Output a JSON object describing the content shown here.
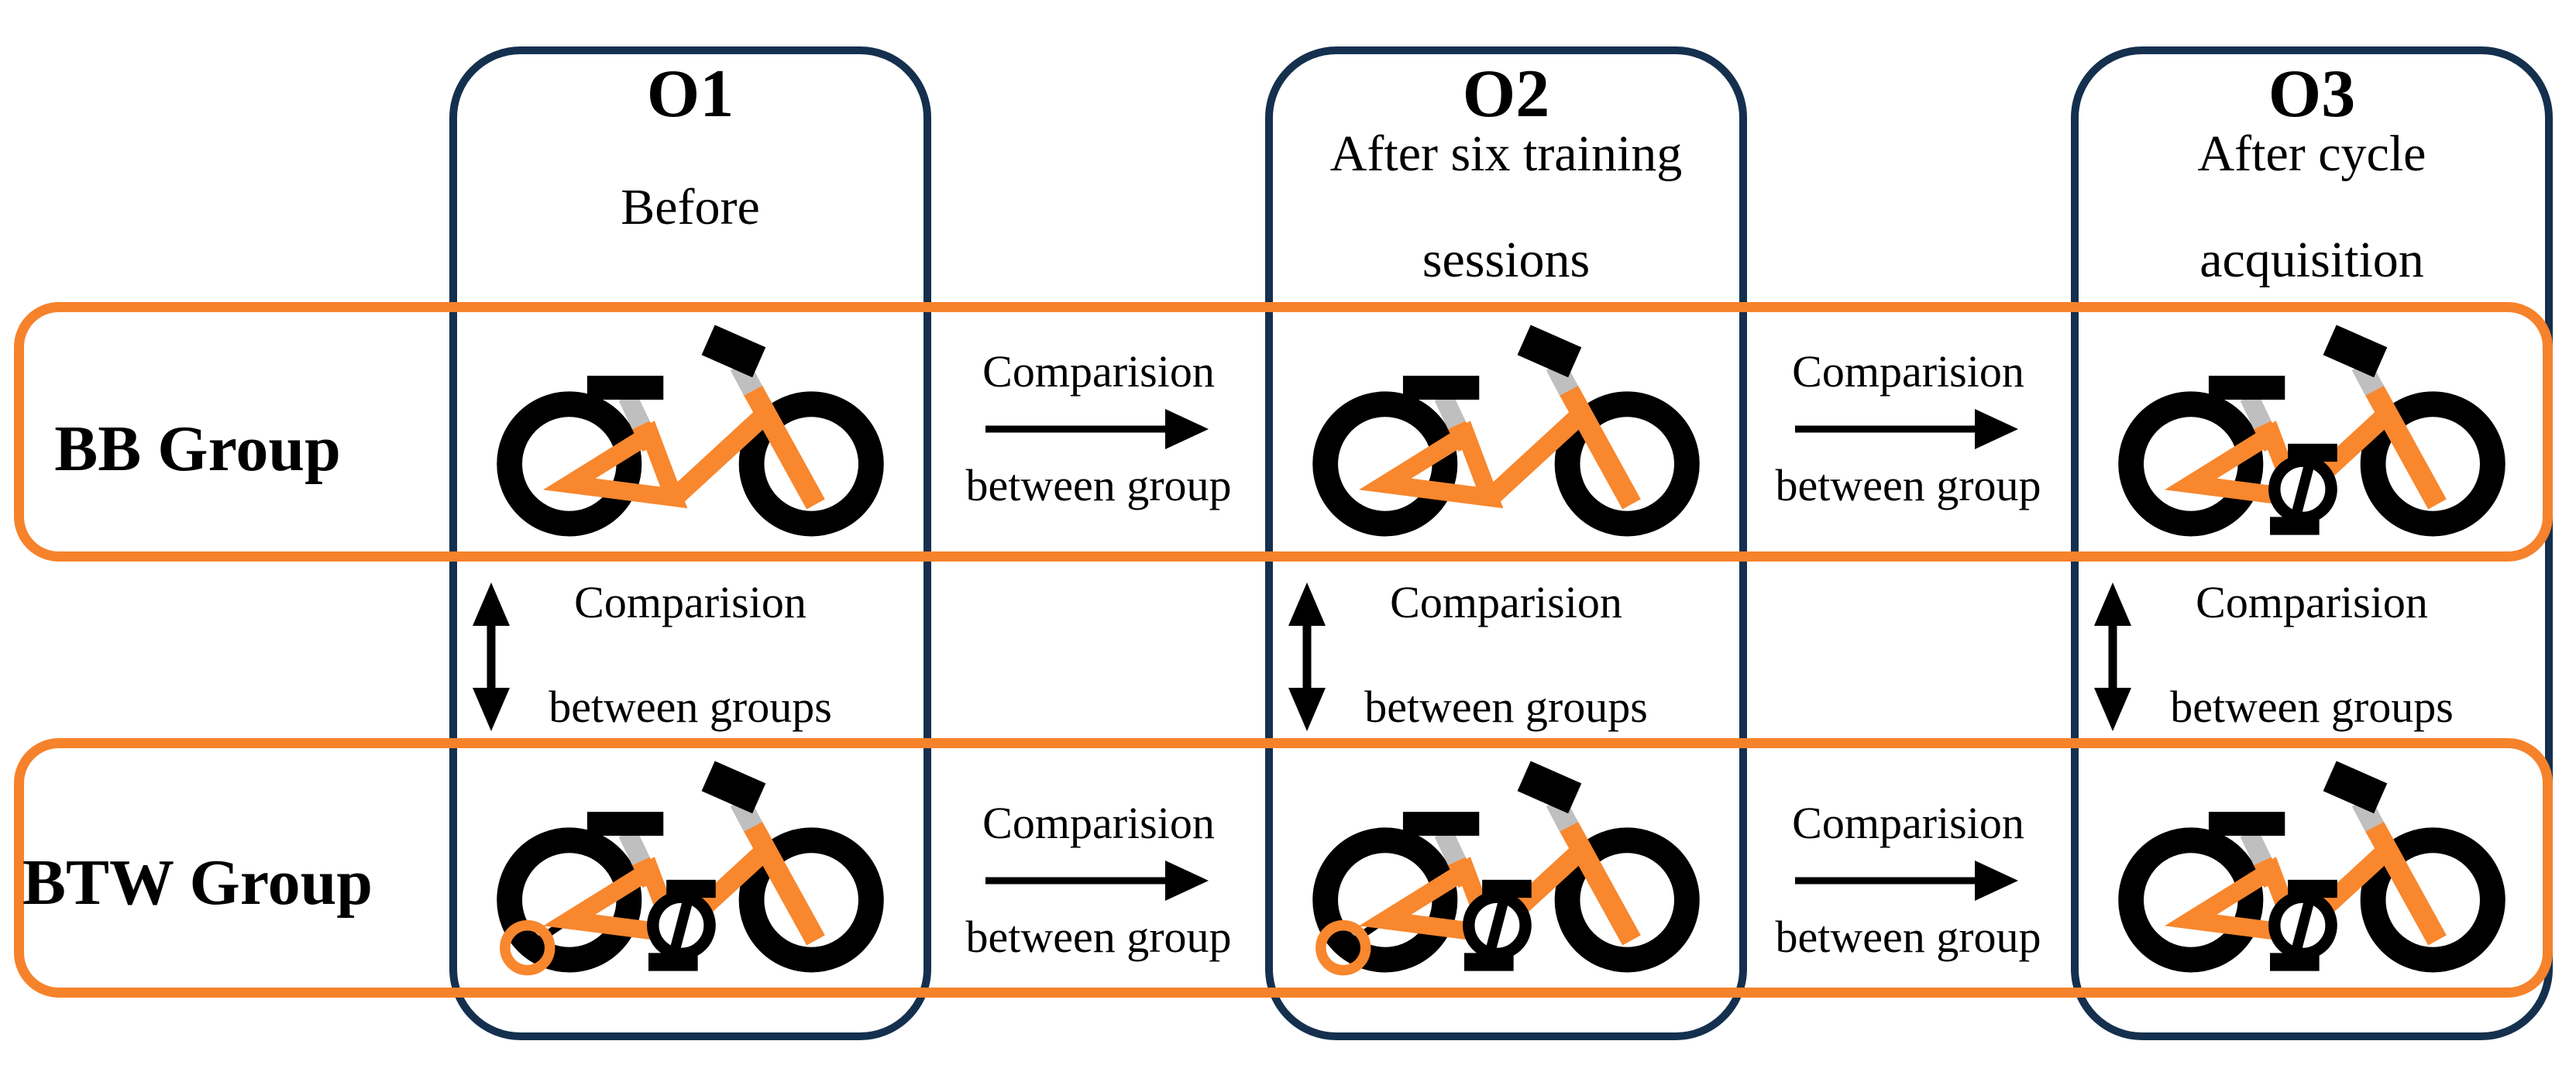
{
  "diagram": {
    "columns": [
      {
        "title": "O1",
        "subtitle_lines": [
          "Before"
        ]
      },
      {
        "title": "O2",
        "subtitle_lines": [
          "After six training",
          "sessions"
        ]
      },
      {
        "title": "O3",
        "subtitle_lines": [
          "After cycle",
          "acquisition"
        ]
      }
    ],
    "rows": [
      {
        "label": "BB Group"
      },
      {
        "label": "BTW Group"
      }
    ],
    "bikes": {
      "bb": [
        "balance",
        "balance",
        "pedal"
      ],
      "btw": [
        "training",
        "training",
        "pedal"
      ]
    },
    "between_column_comparison": {
      "line1": "Comparision",
      "line2": "between group"
    },
    "between_group_comparison": {
      "line1": "Comparision",
      "line2": "between groups"
    },
    "colors": {
      "navy": "#14304E",
      "orange": "#F6822B",
      "bike_orange": "#F8872E",
      "gray": "#BFBFBF",
      "black": "#000000"
    }
  }
}
